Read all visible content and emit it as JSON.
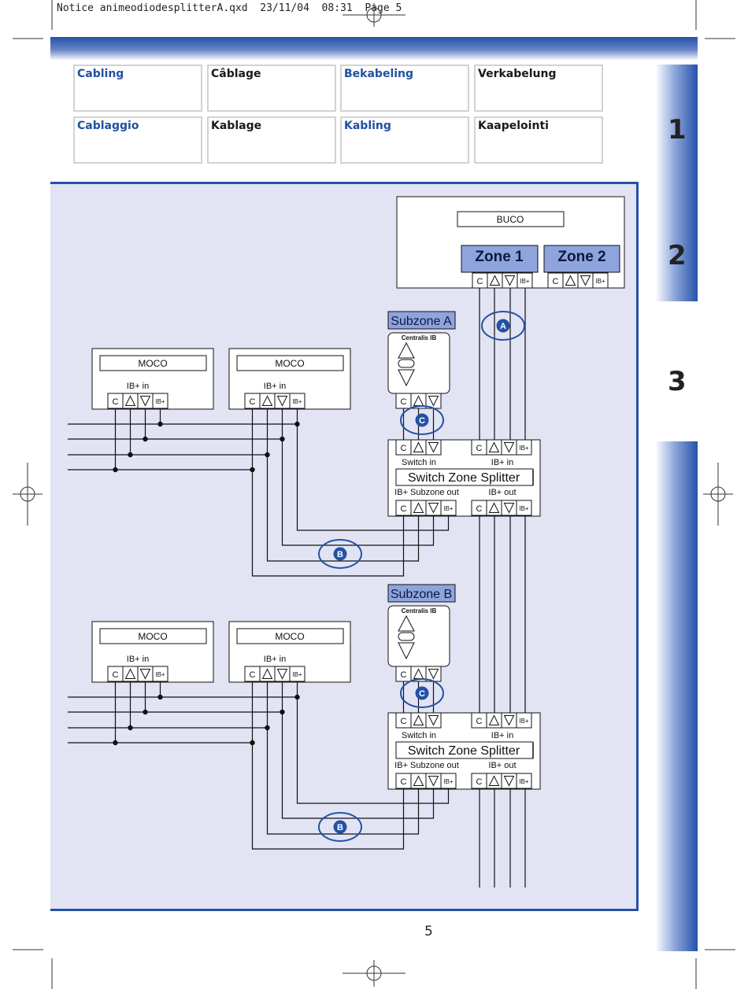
{
  "header": {
    "slug": "Notice animeodiodesplitterA.qxd  23/11/04  08:31  Page 5"
  },
  "languages": [
    {
      "label": "Cabling",
      "color": "blue"
    },
    {
      "label": "Câblage",
      "color": "dark"
    },
    {
      "label": "Bekabeling",
      "color": "blue"
    },
    {
      "label": "Verkabelung",
      "color": "dark"
    },
    {
      "label": "Cablaggio",
      "color": "blue"
    },
    {
      "label": "Kablage",
      "color": "dark"
    },
    {
      "label": "Kabling",
      "color": "blue"
    },
    {
      "label": "Kaapelointi",
      "color": "dark"
    }
  ],
  "side_tabs": [
    "1",
    "2",
    "3"
  ],
  "diagram": {
    "buco_label": "BUCO",
    "zone1": "Zone 1",
    "zone2": "Zone 2",
    "subzone_a": "Subzone A",
    "subzone_b": "Subzone B",
    "centralis": "Centralis IB",
    "moco": "MOCO",
    "ib_in": "IB+ in",
    "switch_in": "Switch in",
    "splitter": "Switch Zone Splitter",
    "subzone_out": "IB+ Subzone out",
    "ib_out": "IB+ out",
    "term_c": "C",
    "term_ib": "IB+",
    "label_a": "A",
    "label_b": "B",
    "label_c": "C"
  },
  "colors": {
    "accent": "#2451a5",
    "panel": "#e2e4f4",
    "zone_fill": "#8fa4dc",
    "subzone_fill": "#8fa4dc"
  },
  "page_number": "5"
}
